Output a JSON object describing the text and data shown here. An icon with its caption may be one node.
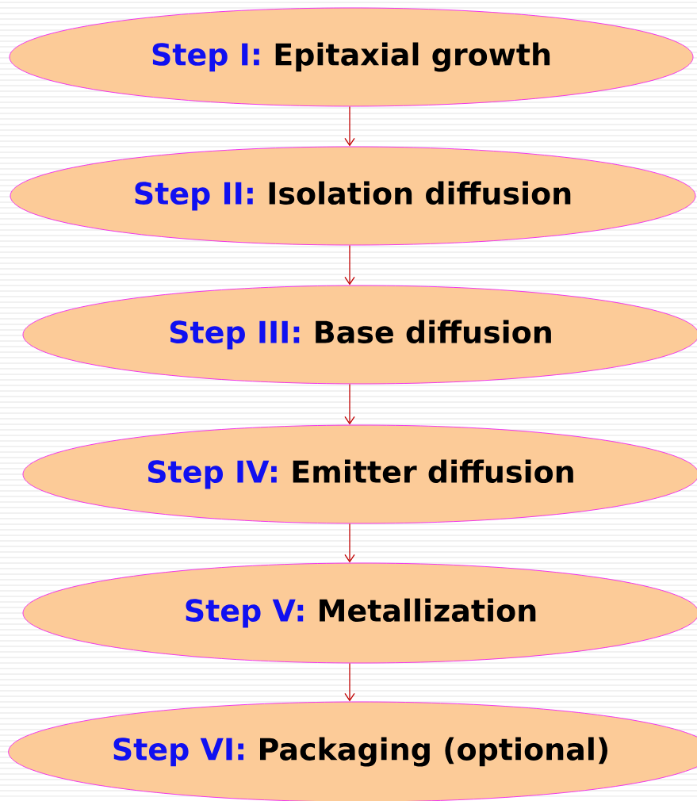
{
  "diagram": {
    "nodes": [
      {
        "text": [
          "Step I:",
          "Epitaxial growth"
        ]
      },
      {
        "text": [
          "Step II:",
          "Isolation diffusion"
        ]
      },
      {
        "text": [
          "Step III:",
          "Base diffusion"
        ]
      },
      {
        "text": [
          "Step IV:",
          "Emitter diffusion"
        ]
      },
      {
        "text": [
          "Step V:",
          "Metallization"
        ]
      },
      {
        "text": [
          "Step VI:",
          "Packaging (optional)"
        ]
      }
    ],
    "edges": [
      {
        "from": 0,
        "to": 1,
        "arrow": "to"
      },
      {
        "from": 1,
        "to": 2,
        "arrow": "to"
      },
      {
        "from": 2,
        "to": 3,
        "arrow": "to"
      },
      {
        "from": 3,
        "to": 4,
        "arrow": "to"
      },
      {
        "from": 4,
        "to": 5,
        "arrow": "to"
      }
    ]
  }
}
